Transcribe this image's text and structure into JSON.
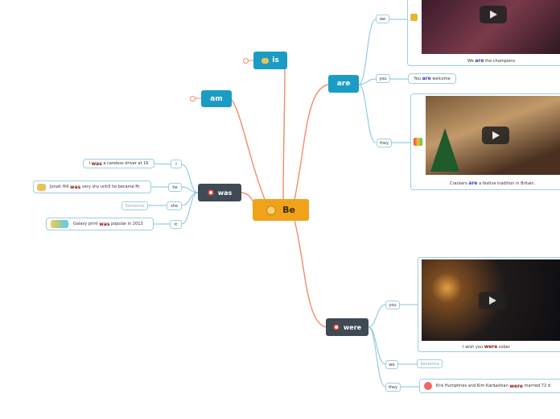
{
  "center": {
    "label": "Be",
    "icon": "face-icon"
  },
  "branches": {
    "is": {
      "label": "is",
      "icon": "muscle-icon"
    },
    "am": {
      "label": "am"
    },
    "are": {
      "label": "are"
    },
    "was": {
      "label": "was",
      "icon": "ghost-icon"
    },
    "were": {
      "label": "were",
      "icon": "ghost-icon"
    }
  },
  "was_items": [
    {
      "pronoun": "I",
      "pre": "I",
      "verb": "was",
      "post": "a careless driver at 16"
    },
    {
      "pronoun": "he",
      "pre": "Jonah Hill",
      "verb": "was",
      "post": "very shy untill he became fit"
    },
    {
      "pronoun": "she",
      "text": "Sentence"
    },
    {
      "pronoun": "it",
      "pre": "Galaxy print",
      "verb": "was",
      "post": "popular in 2013"
    }
  ],
  "are_items": [
    {
      "pronoun": "we",
      "pre": "We",
      "verb": "are",
      "post": "the champions"
    },
    {
      "pronoun": "you",
      "pre": "You",
      "verb": "are",
      "post": "welcome"
    },
    {
      "pronoun": "they",
      "pre": "Crackers",
      "verb": "are",
      "post": "a festive tradition in Britain."
    }
  ],
  "were_items": [
    {
      "pronoun": "you",
      "pre": "I wish you",
      "verb": "were",
      "post": "sober"
    },
    {
      "pronoun": "we",
      "text": "Sentence"
    },
    {
      "pronoun": "they",
      "pre": "Kris Humphries and Kim Kardashian",
      "verb": "were",
      "post": "married 72 d"
    }
  ],
  "colors": {
    "center": "#f0a21b",
    "branch_blue": "#1a9cc4",
    "branch_dark": "#3f4a55",
    "line_orange": "#f08c6c",
    "line_blue": "#7fc4da"
  }
}
